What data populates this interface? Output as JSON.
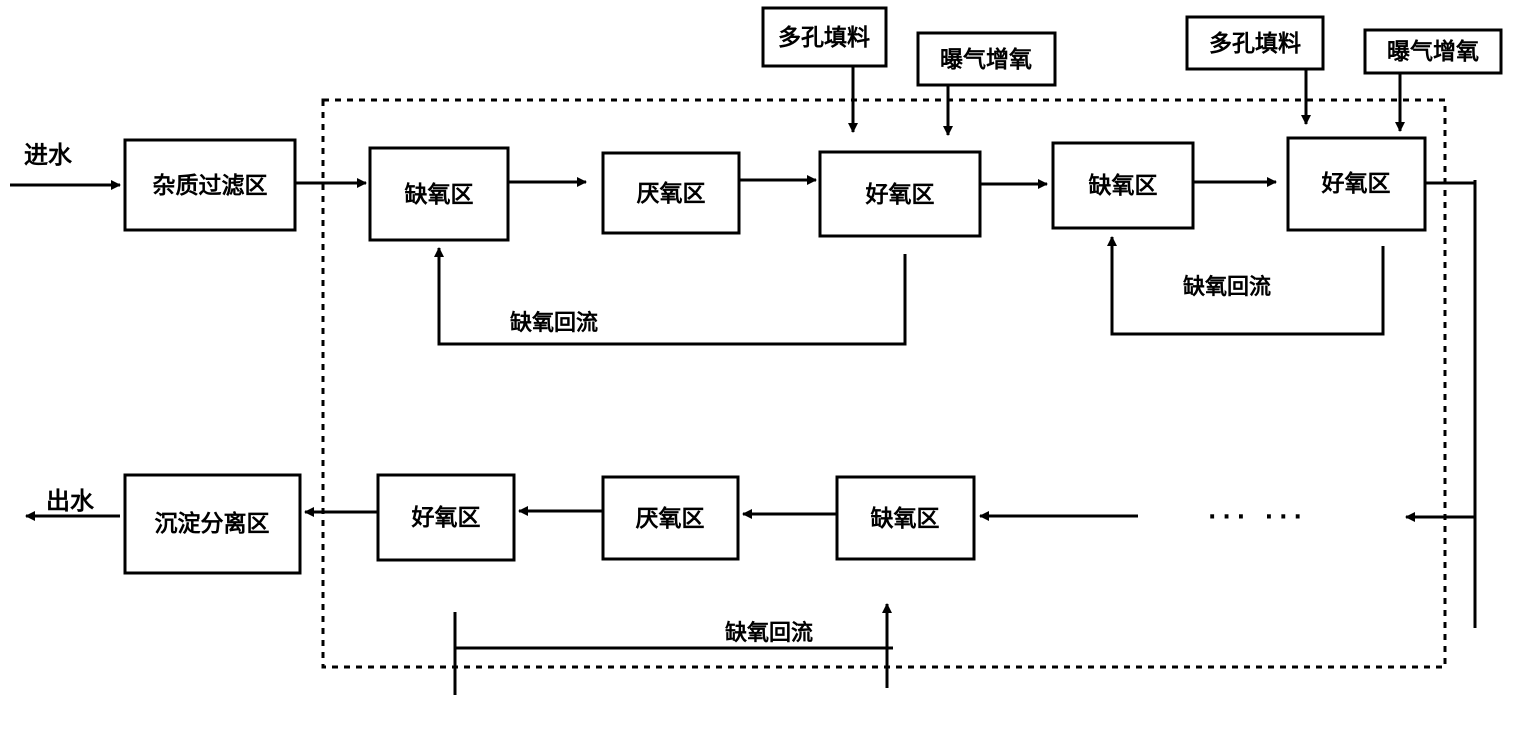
{
  "inlet_label": "进水",
  "outlet_label": "出水",
  "boxes": {
    "impurity_filter": "杂质过滤区",
    "anoxic_1": "缺氧区",
    "anaerobic_1": "厌氧区",
    "aerobic_1": "好氧区",
    "anoxic_2": "缺氧区",
    "aerobic_2": "好氧区",
    "anoxic_3": "缺氧区",
    "anaerobic_3": "厌氧区",
    "aerobic_3": "好氧区",
    "sedimentation": "沉淀分离区"
  },
  "inputs": {
    "porous_filler_1": "多孔填料",
    "aeration_1": "曝气增氧",
    "porous_filler_2": "多孔填料",
    "aeration_2": "曝气增氧"
  },
  "reflux_labels": {
    "reflux_1": "缺氧回流",
    "reflux_2": "缺氧回流",
    "reflux_3": "缺氧回流"
  },
  "ellipsis": "··· ···"
}
